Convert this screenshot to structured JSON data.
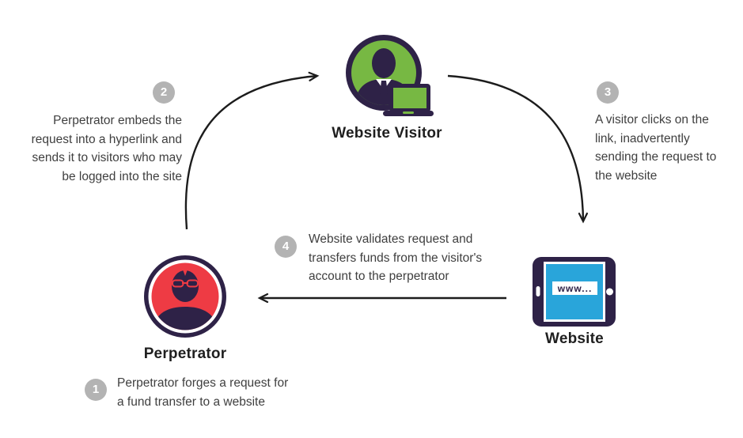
{
  "nodes": {
    "visitor": {
      "label": "Website Visitor"
    },
    "perpetrator": {
      "label": "Perpetrator"
    },
    "website": {
      "label": "Website",
      "screen_text": "www..."
    }
  },
  "steps": [
    {
      "number": "1",
      "lines": [
        "Perpetrator forges a request for",
        "a fund transfer to a website"
      ]
    },
    {
      "number": "2",
      "lines": [
        "Perpetrator embeds the",
        "request into a hyperlink  and",
        "sends it to visitors who may",
        "be logged into the site"
      ]
    },
    {
      "number": "3",
      "lines": [
        "A visitor clicks on the",
        "link, inadvertently",
        "sending the request to",
        "the website"
      ]
    },
    {
      "number": "4",
      "lines": [
        "Website validates request and",
        "transfers funds from the visitor's",
        "account to the  perpetrator"
      ]
    }
  ],
  "colors": {
    "purple": "#2e2247",
    "green": "#77b843",
    "red": "#ee3b44",
    "blue": "#29a5da",
    "badge_gray": "#b3b3b3",
    "arrow_black": "#1c1c1c",
    "label_color": "#1f1f1f",
    "text_color": "#3f3f3f"
  }
}
